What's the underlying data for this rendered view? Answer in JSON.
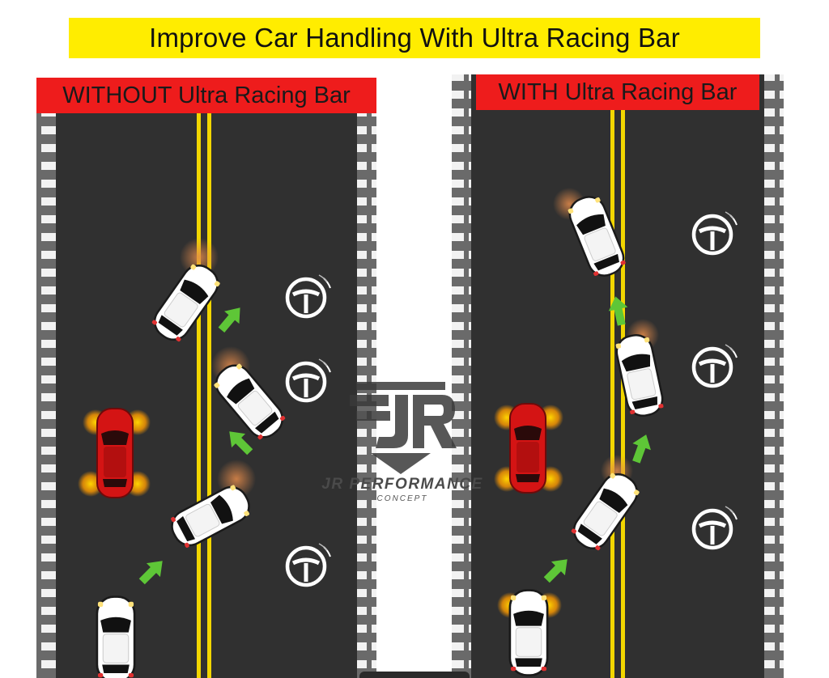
{
  "banner": {
    "title": "Improve Car Handling With Ultra Racing Bar"
  },
  "left_panel": {
    "label": "WITHOUT Ultra Racing Bar"
  },
  "right_panel": {
    "label": "WITH Ultra Racing Bar"
  },
  "watermark": {
    "brand": "JR PERFORMANCE",
    "sub": "CONCEPT"
  },
  "colors": {
    "banner_bg": "#ffed00",
    "label_bg": "#ee1c1c",
    "road": "#303030",
    "center_line": "#f2d600",
    "arrow": "#5ec637",
    "hazard_car": "#d41414"
  },
  "icons": [
    "steering-wheel-icon",
    "arrow-icon",
    "car-icon",
    "jr-logo-icon"
  ]
}
